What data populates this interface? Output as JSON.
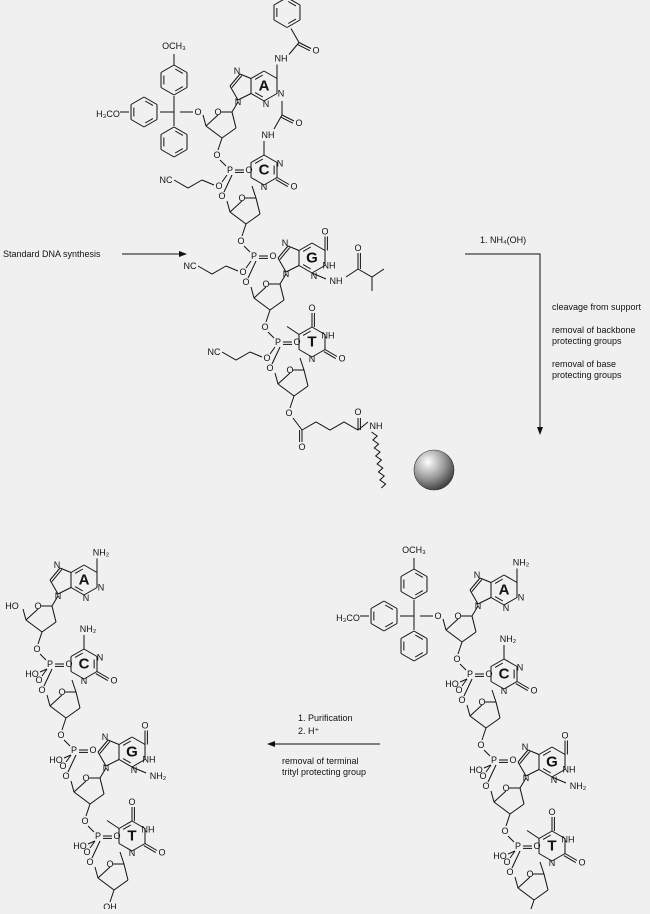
{
  "left_text": "Standard DNA synthesis",
  "step1": {
    "reagent": "1. NH₄(OH)",
    "notes": [
      "cleavage from support",
      "removal of backbone",
      "protecting groups",
      "removal of base",
      "protecting groups"
    ]
  },
  "step2": {
    "line1": "1. Purification",
    "line2": "2. H⁺",
    "note1": "removal of terminal",
    "note2": "trityl protecting group"
  },
  "bases": {
    "a": "A",
    "c": "C",
    "g": "G",
    "t": "T"
  },
  "atoms": {
    "o": "O",
    "n": "N",
    "p": "P",
    "nh": "NH",
    "nh2": "NH₂",
    "och3": "OCH₃",
    "h3co": "H₃CO",
    "ho": "HO",
    "oh": "OH",
    "h": "H",
    "nc": "NC"
  },
  "colors": {
    "background": "#f0f0f0",
    "ink": "#111111"
  }
}
